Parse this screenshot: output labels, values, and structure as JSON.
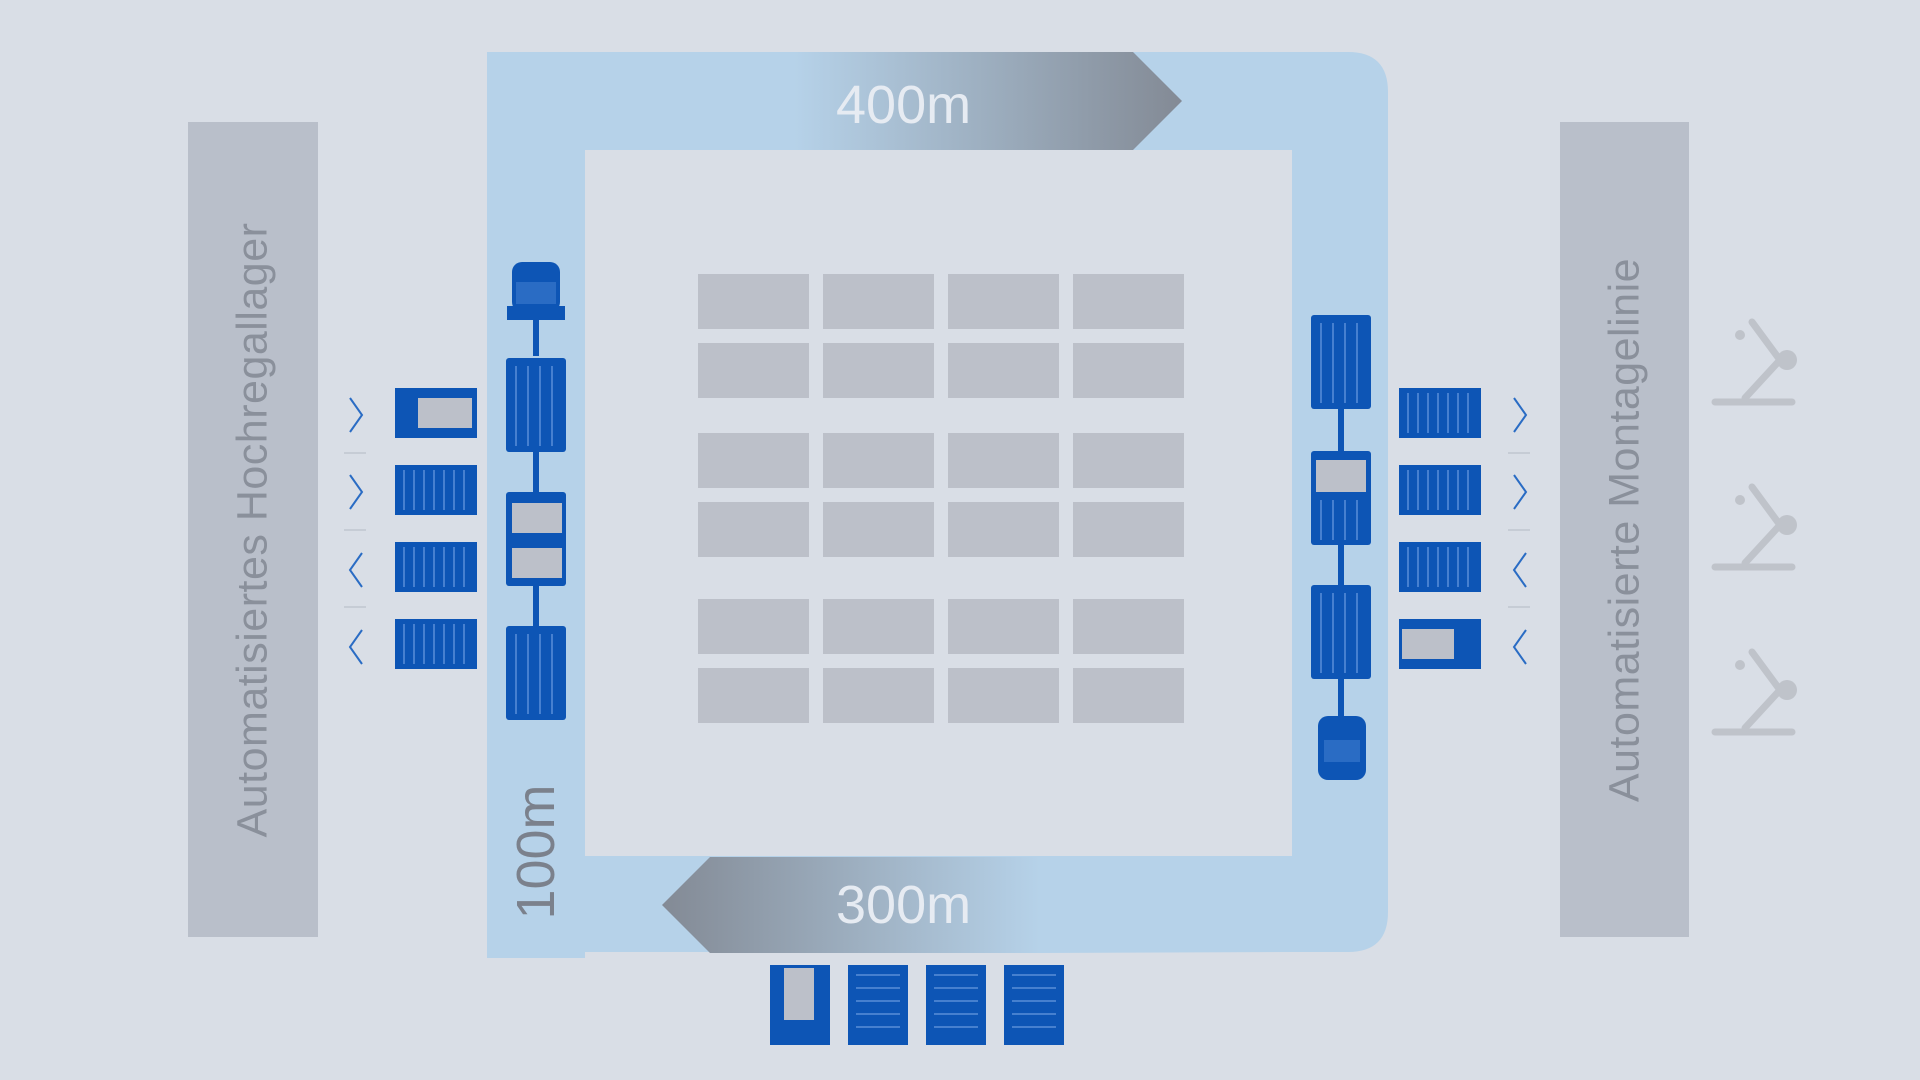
{
  "labels": {
    "left_panel": "Automatisiertes Hochregallager",
    "right_panel": "Automatisierte Montagelinie"
  },
  "distances": {
    "top": "400m",
    "bottom": "300m",
    "left": "100m"
  },
  "colors": {
    "background": "#d9dee6",
    "panel": "#b9bfca",
    "route": "#b6d2e9",
    "grid_block": "#bcc0c9",
    "carrier": "#0d55b5",
    "robot": "#bfc3ca"
  },
  "icons": [
    "agv-vehicle-icon",
    "container-rack-icon",
    "robot-arm-icon",
    "chevron-icon"
  ]
}
